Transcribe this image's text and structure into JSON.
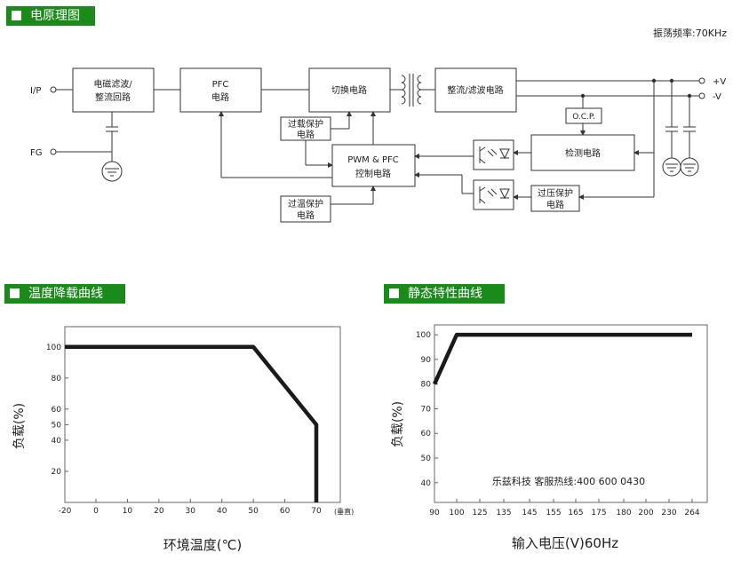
{
  "sections": {
    "block_diagram": "电原理图",
    "derating": "温度降载曲线",
    "static": "静态特性曲线"
  },
  "diagram": {
    "oscillation": "振荡频率:70KHz",
    "terminals": {
      "input": "I/P",
      "fg": "FG",
      "pos": "+V",
      "neg": "-V"
    },
    "blocks": {
      "emi": [
        "电磁滤波/",
        "整流回路"
      ],
      "pfc": [
        "PFC",
        "电路"
      ],
      "switch": "切换电路",
      "rectifier": "整流/滤波电路",
      "ocp": "O.C.P.",
      "detect": "检测电路",
      "overload": [
        "过载保护",
        "电路"
      ],
      "controller": [
        "PWM & PFC",
        "控制电路"
      ],
      "ovp": [
        "过压保护",
        "电路"
      ],
      "otp": [
        "过温保护",
        "电路"
      ]
    }
  },
  "chart_data": [
    {
      "type": "line",
      "title": "",
      "xlabel": "环境温度(℃)",
      "ylabel": "负载(%)",
      "x_unit_note": "(垂直)",
      "x_ticks": [
        -20,
        0,
        10,
        20,
        30,
        40,
        50,
        60,
        70
      ],
      "y_ticks": [
        20,
        40,
        50,
        60,
        80,
        100
      ],
      "xlim": [
        -20,
        76
      ],
      "ylim": [
        0,
        113
      ],
      "series": [
        {
          "x": [
            -20,
            50,
            70,
            70
          ],
          "y": [
            100,
            100,
            50,
            0
          ]
        }
      ]
    },
    {
      "type": "line",
      "title": "",
      "xlabel": "输入电压(V)60Hz",
      "ylabel": "负载(%)",
      "x_ticks": [
        "90",
        "100",
        "125",
        "135",
        "145",
        "155",
        "165",
        "175",
        "180",
        "200",
        "230",
        "264"
      ],
      "y_ticks": [
        40,
        50,
        60,
        70,
        80,
        90,
        100
      ],
      "ylim": [
        32,
        104
      ],
      "annotation": "乐兹科技 客服热线:400 600 0430",
      "series": [
        {
          "x": [
            "90",
            "100",
            "264"
          ],
          "y": [
            80,
            100,
            100
          ]
        }
      ]
    }
  ]
}
